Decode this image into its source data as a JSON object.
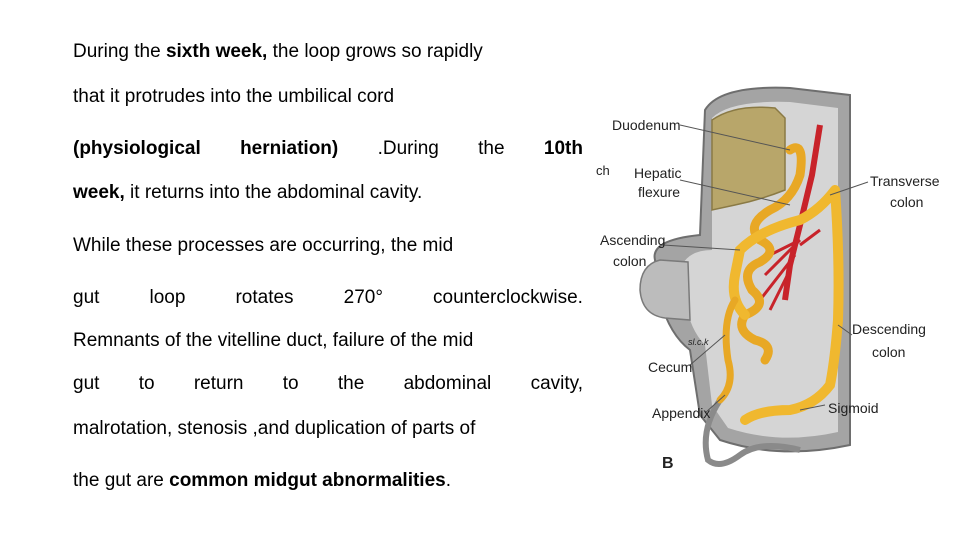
{
  "text": {
    "line1": {
      "a": "During the ",
      "b": "sixth week,",
      "c": " the loop grows so rapidly"
    },
    "line2": "that it protrudes into the umbilical cord",
    "line3": {
      "w1": "(physiological",
      "w2": "herniation)",
      "w3": ".During",
      "w4": "the",
      "w5": "10th"
    },
    "line4": {
      "a": "week,",
      "b": " it returns into the abdominal cavity."
    },
    "line5": "While these processes are occurring, the mid",
    "line6": [
      "gut",
      "loop",
      "rotates",
      "270°",
      "counterclockwise."
    ],
    "line7": "Remnants of the vitelline duct, failure of the  mid",
    "line8": [
      "gut",
      "to",
      "return",
      "to",
      "the",
      "abdominal",
      "cavity,"
    ],
    "line9": "malrotation, stenosis ,and duplication of parts of",
    "line10": {
      "a": "the gut are ",
      "b": "common midgut abnormalities",
      "c": "."
    }
  },
  "figure": {
    "labels": {
      "duodenum": "Duodenum",
      "hepatic1": "Hepatic",
      "hepatic2": "flexure",
      "transverse1": "Transverse",
      "transverse2": "colon",
      "ascending1": "Ascending",
      "ascending2": "colon",
      "descending1": "Descending",
      "descending2": "colon",
      "cecum": "Cecum",
      "appendix": "Appendix",
      "sigmoid": "Sigmoid",
      "panel": "B",
      "fragment": "ch",
      "signature": "sl.c.k"
    },
    "colors": {
      "gut": "#e8a825",
      "vessel": "#c8232a",
      "wall": "#9a9a9a",
      "liver": "#b8a66a"
    }
  }
}
